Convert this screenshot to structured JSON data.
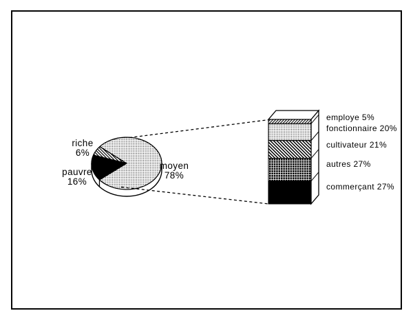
{
  "figure": {
    "background": "#ffffff",
    "frame_color": "#050505",
    "ink_color": "#000000",
    "description_note": "pie chart exploded into stacked bar detail"
  },
  "chart_data": [
    {
      "type": "pie",
      "style": "3d",
      "unit": "%",
      "title": "",
      "slices": [
        {
          "name": "riche",
          "value": 6,
          "label": "riche",
          "pct_label": "6%",
          "pattern": "diagonal-hatch"
        },
        {
          "name": "pauvre",
          "value": 16,
          "label": "pauvre",
          "pct_label": "16%",
          "pattern": "solid-black"
        },
        {
          "name": "moyen",
          "value": 78,
          "label": "moyen",
          "pct_label": "78%",
          "pattern": "stipple-dots"
        }
      ],
      "linked_detail": "dashed cone from moyen slice to stacked bar"
    },
    {
      "type": "bar",
      "subtype": "stacked-3d-column",
      "unit": "%",
      "title": "",
      "segments": [
        {
          "name": "employe",
          "value": 5,
          "label": "employe 5%",
          "pattern": "fine-forward-hatch"
        },
        {
          "name": "fonctionnaire",
          "value": 20,
          "label": "fonctionnaire 20%",
          "pattern": "stipple-dots"
        },
        {
          "name": "cultivateur",
          "value": 21,
          "label": "cultivateur 21%",
          "pattern": "back-hatch"
        },
        {
          "name": "autres",
          "value": 27,
          "label": "autres 27%",
          "pattern": "dense-grid"
        },
        {
          "name": "commercant",
          "value": 27,
          "label": "commerçant 27%",
          "pattern": "solid-black"
        }
      ]
    }
  ]
}
